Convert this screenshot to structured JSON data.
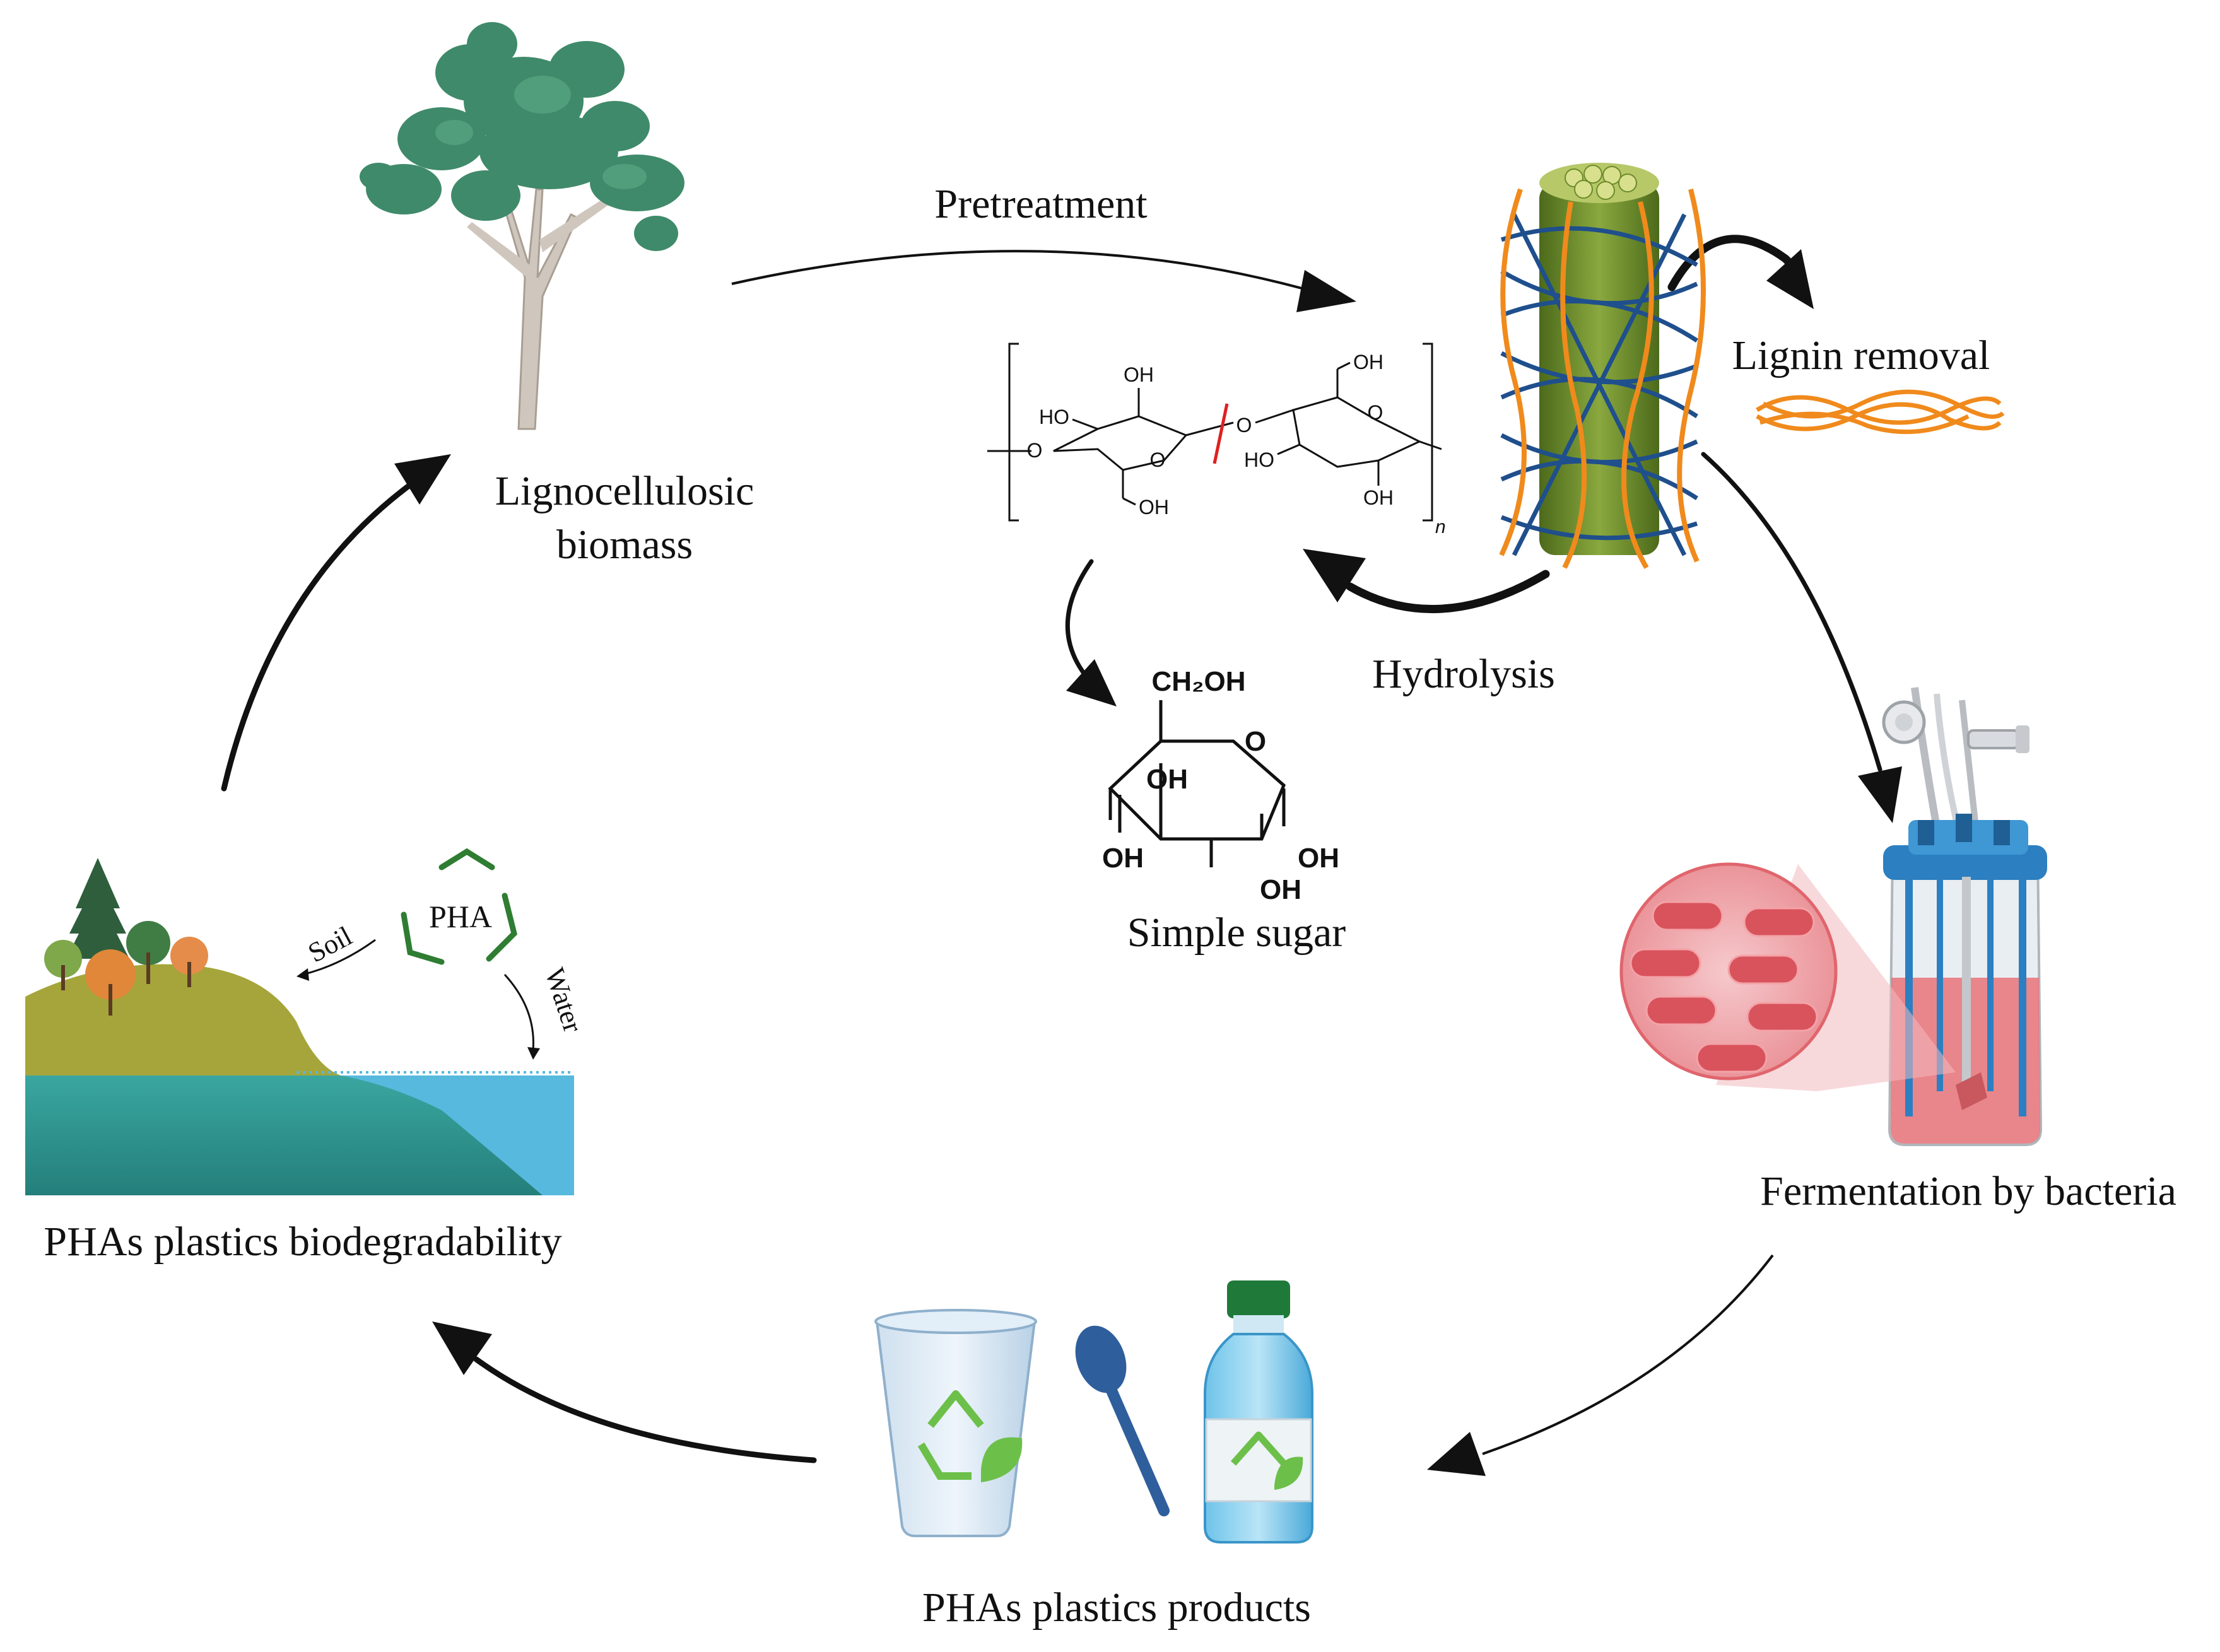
{
  "labels": {
    "pretreatment": "Pretreatment",
    "lignocellulosic_line1": "Lignocellulosic",
    "lignocellulosic_line2": "biomass",
    "lignin_removal": "Lignin removal",
    "hydrolysis": "Hydrolysis",
    "simple_sugar": "Simple sugar",
    "fermentation": "Fermentation by bacteria",
    "products": "PHAs plastics products",
    "biodegradability": "PHAs plastics biodegradability",
    "pha": "PHA",
    "soil": "Soil",
    "water": "Water"
  },
  "cellulose": {
    "oh_top_left": "OH",
    "ho_left": "HO",
    "o_ring_left": "O",
    "o_bridge": "O",
    "oh_bottom_left": "OH",
    "oh_top_right": "OH",
    "o_ring_right": "O",
    "ho_right": "HO",
    "oh_bottom_right": "OH",
    "subscript_n": "n"
  },
  "glucose": {
    "ch2oh": "CH₂OH",
    "o_ring": "O",
    "oh_inner": "OH",
    "oh_left": "OH",
    "oh_bottom": "OH",
    "oh_right": "OH"
  },
  "colors": {
    "tree_foliage": "#3f8a6a",
    "fiber_green": "#5f7a25",
    "lignin_orange": "#f08a1c",
    "hemicellulose_blue": "#1f4f8c",
    "bioreactor_blue": "#2c7fc0",
    "culture_red": "#e8737a",
    "bacteria_red": "#d9535c",
    "recycle_green": "#6cc04a",
    "pha_green": "#2e7d32",
    "land_olive": "#a5a53b",
    "sea_teal": "#2f9a95",
    "sea_light": "#57b9de"
  },
  "icons": [
    "tree-icon",
    "cellulose-fiber-icon",
    "lignin-strand-icon",
    "cellulose-structure",
    "glucose-structure",
    "bioreactor-icon",
    "bacteria-icon",
    "plastic-cup-icon",
    "spoon-icon",
    "bottle-icon",
    "recycle-leaf-icon",
    "landscape-icon",
    "pha-recycle-icon"
  ]
}
